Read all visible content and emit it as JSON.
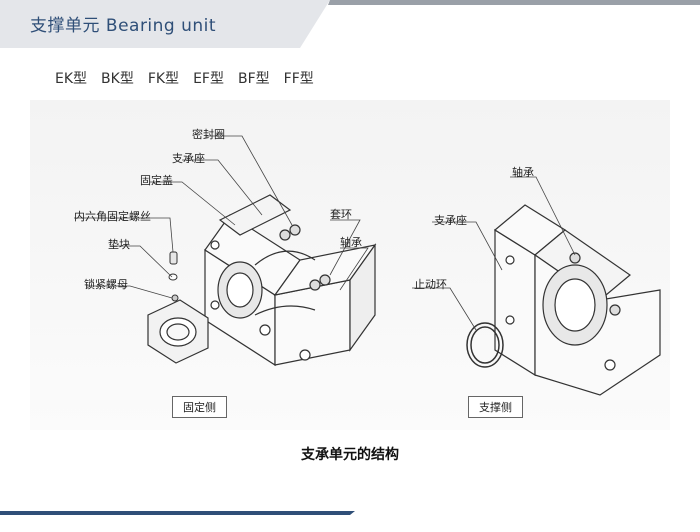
{
  "header": {
    "title": "支撑单元 Bearing unit"
  },
  "types": [
    "EK型",
    "BK型",
    "FK型",
    "EF型",
    "BF型",
    "FF型"
  ],
  "fixed_side": {
    "labels": {
      "seal_ring": "密封圈",
      "support_seat": "支承座",
      "fixing_cover": "固定盖",
      "hex_socket_screw": "内六角固定螺丝",
      "pad": "垫块",
      "lock_nut": "锁紧螺母",
      "collar": "套环",
      "bearing": "轴承"
    },
    "tag": "固定侧"
  },
  "support_side": {
    "labels": {
      "bearing": "轴承",
      "support_seat": "支承座",
      "snap_ring": "止动环"
    },
    "tag": "支撑侧"
  },
  "caption": "支承单元的结构",
  "colors": {
    "accent": "#2f4f78",
    "header_band": "#d6d9df",
    "footer_line": "#2f4f78"
  }
}
